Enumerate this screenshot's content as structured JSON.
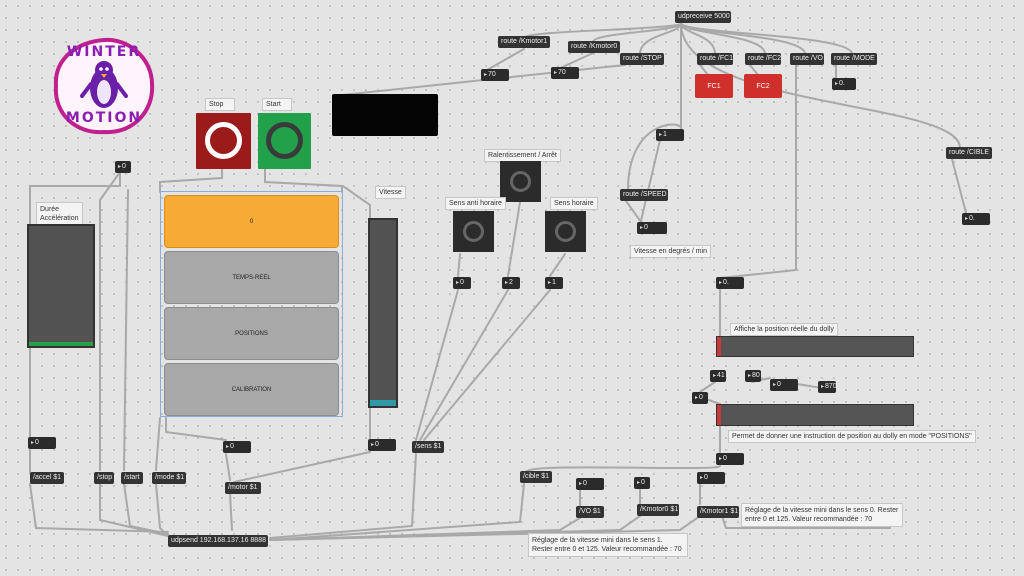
{
  "logo": {
    "text_top": "WINTER",
    "text_bottom": "MOTION"
  },
  "colors": {
    "stop_button": "#9b1a1a",
    "start_button": "#22a04a",
    "tab_selected": "#f5ab35",
    "tab_normal": "#a8a8a8",
    "fc_buttons": "#d0302c",
    "accel_fill": "#27a047",
    "speed_fill": "#2f9aa6",
    "position_tick": "#c83a3a"
  },
  "objects": {
    "udpreceive": "udpreceive 5000",
    "route_kmotor1": "route /Kmotor1",
    "route_kmotor0": "route /Kmotor0",
    "route_stop": "route /STOP",
    "route_fc1": "route /FC1",
    "route_fc2": "route /FC2",
    "route_vo": "route /VO",
    "route_mode": "route /MODE",
    "route_cible": "route /CIBLE",
    "route_speed": "route /SPEED",
    "msg_accel": "/accel $1",
    "msg_stop": "/stop",
    "msg_start": "/start",
    "msg_mode": "/mode $1",
    "msg_motor": "/motor $1",
    "msg_sens": "/sens $1",
    "msg_cible": "/cible $1",
    "msg_vo": "/VO $1",
    "msg_kmotor0": "/Kmotor0 $1",
    "msg_kmotor1": "/Kmotor1 $1",
    "udpsend": "udpsend 192.168.137.16 8888"
  },
  "numbers": {
    "kmotor1_val": "70",
    "kmotor0_val": "70",
    "mode_val": "0.",
    "one_val": "1",
    "top_left_val": "0",
    "cible_val": "0.",
    "speed_val": "0",
    "vo_val": "0.",
    "sens_anti": "0",
    "sens_stop": "2",
    "sens_horaire": "1",
    "accel_out": "0",
    "tab_out": "0",
    "speed_out": "0",
    "v41": "41",
    "v80": "80",
    "v0a": "0",
    "v870": "870",
    "v0b": "0",
    "pos_out": "0",
    "vo_in": "0",
    "kmotor0_in": "0",
    "kmotor1_in": "0"
  },
  "labels": {
    "stop": "Stop",
    "start": "Start",
    "fc1": "FC1",
    "fc2": "FC2",
    "duree": "Durée\nAccélération",
    "vitesse": "Vitesse",
    "ralentissement": "Ralentissement / Arrêt",
    "sens_anti": "Sens anti horaire",
    "sens_horaire": "Sens horaire",
    "vitesse_deg": "Vitesse en degrés / min",
    "affiche_position": "Affiche la position réelle du dolly",
    "permet_instruction": "Permet de donner une instruction de position au dolly en mode \"POSITIONS\"",
    "reglage_sens0": "Réglage de la vitesse mini dans le sens 0. Rester entre 0 et 125. Valeur recommandée : 70",
    "reglage_sens1": "Réglage de la vitesse mini dans le sens 1. Rester entre 0 et 125. Valeur recommandée : 70"
  },
  "tabs": [
    {
      "label": "0",
      "selected": true
    },
    {
      "label": "TEMPS-REEL",
      "selected": false
    },
    {
      "label": "POSITIONS",
      "selected": false
    },
    {
      "label": "CALIBRATION",
      "selected": false
    }
  ],
  "sliders": {
    "accel_level": 0.03,
    "speed_level": 0.03
  }
}
